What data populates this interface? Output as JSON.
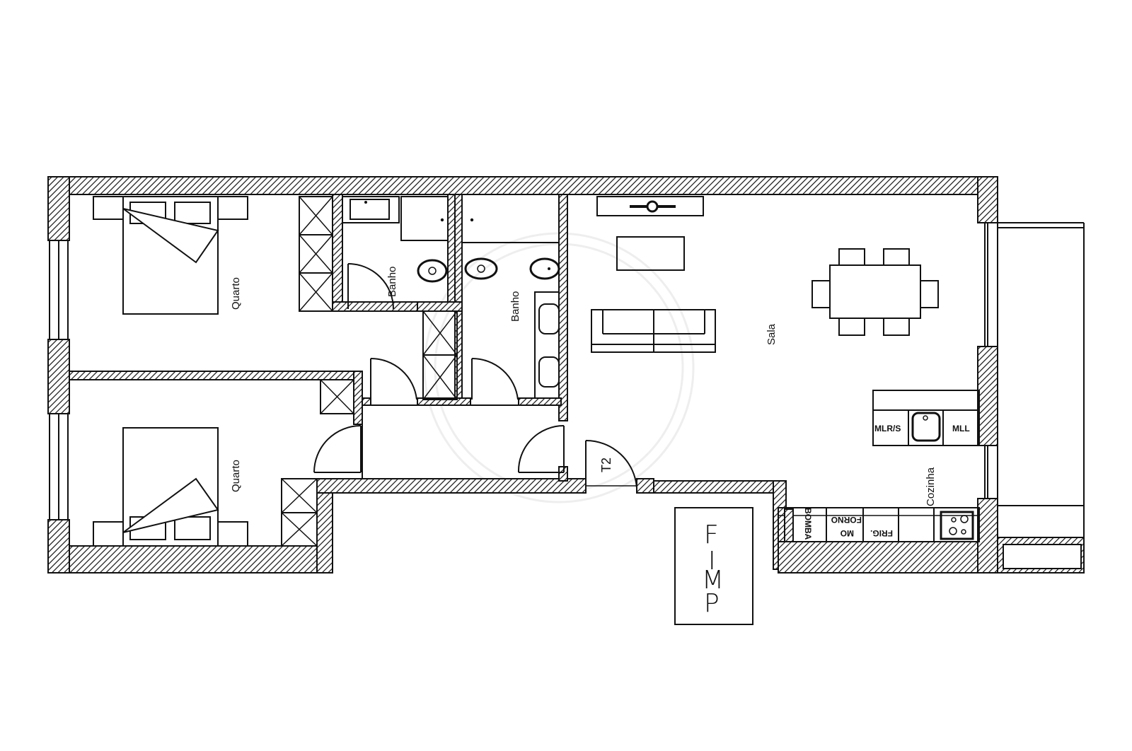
{
  "plan": {
    "typology_label": "T2",
    "stair_label": [
      "F",
      "I",
      "M",
      "P"
    ],
    "rooms": [
      {
        "id": "quarto-1",
        "label": "Quarto"
      },
      {
        "id": "quarto-2",
        "label": "Quarto"
      },
      {
        "id": "banho-1",
        "label": "Banho"
      },
      {
        "id": "banho-2",
        "label": "Banho"
      },
      {
        "id": "sala",
        "label": "Sala"
      },
      {
        "id": "cozinha",
        "label": "Cozinha"
      }
    ],
    "kitchen_island": [
      "MLR/S",
      "MLL"
    ],
    "kitchen_counter": [
      "BOMBA",
      "MO",
      "FORNO",
      "FRIG."
    ]
  },
  "colors": {
    "line": "#111111",
    "background": "#ffffff",
    "watermark": "#eeeeee"
  }
}
